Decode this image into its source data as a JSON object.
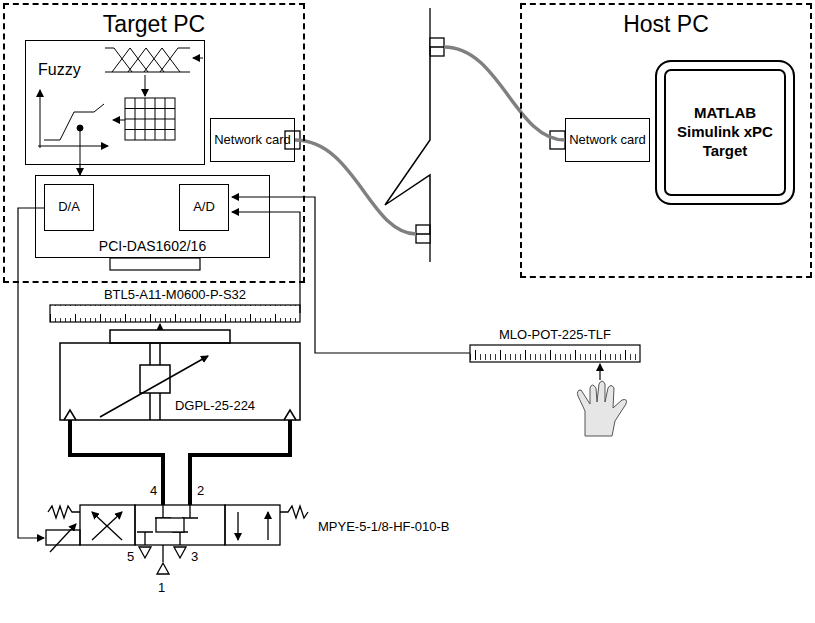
{
  "diagram": {
    "nodes": [
      {
        "text": [
          "Target PC"
        ]
      },
      {
        "text": [
          "Fuzzy"
        ],
        "in": 0
      },
      {
        "text": [
          "Network card"
        ],
        "in": 0
      },
      {
        "text": [
          "PCI-DAS1602/16"
        ],
        "in": 0
      },
      {
        "text": [
          "D/A"
        ],
        "in": 3
      },
      {
        "text": [
          "A/D"
        ],
        "in": 3
      },
      {
        "text": [
          "Host PC"
        ]
      },
      {
        "text": [
          "Network card"
        ],
        "in": 6
      },
      {
        "text": [
          "MATLAB Simulink xPC Target"
        ],
        "in": 6
      }
    ],
    "edges": [
      {
        "from": 1,
        "to": 3,
        "arrow": "to"
      },
      {
        "from": 2,
        "to": 7,
        "arrow": "none"
      }
    ],
    "labels": [
      "BTL5-A11-M0600-P-S32",
      "MLO-POT-225-TLF",
      "DGPL-25-224",
      "4",
      "2",
      "MPYE-5-1/8-HF-010-B",
      "5",
      "3",
      "1"
    ]
  }
}
